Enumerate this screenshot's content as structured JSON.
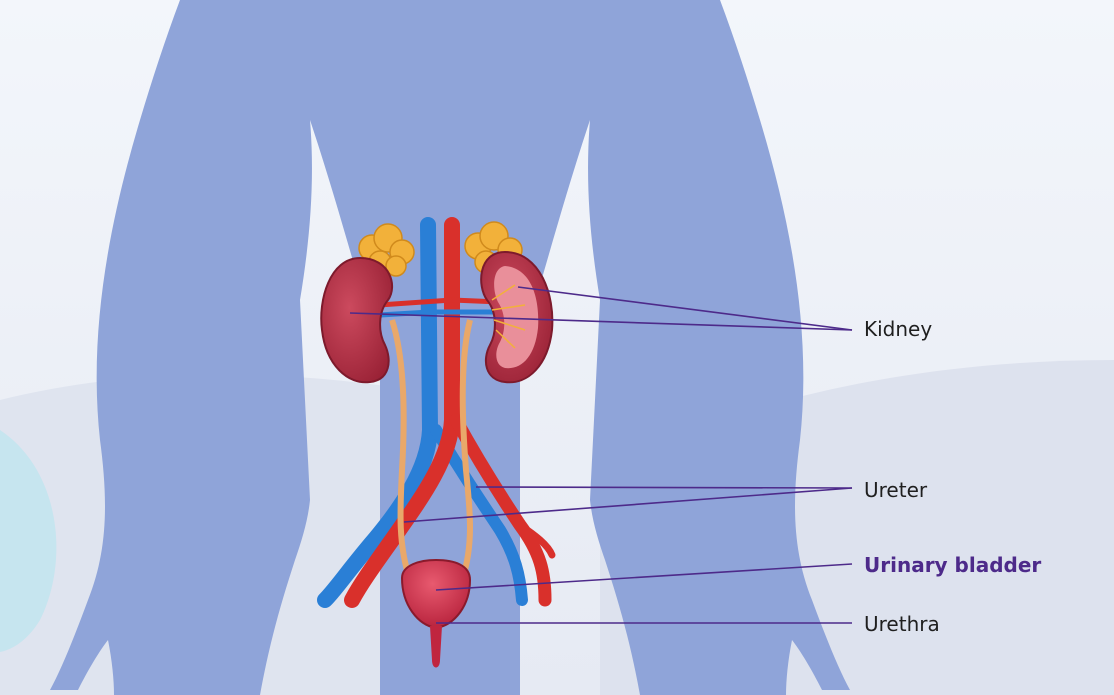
{
  "labels": {
    "kidney": "Kidney",
    "ureter": "Ureter",
    "urinary_bladder": "Urinary bladder",
    "urethra": "Urethra"
  },
  "colors": {
    "background": "#e9edf5",
    "body_silhouette": "#8fa4d9",
    "leader_line": "#4d2a8a",
    "highlight_text": "#4d2a8a",
    "artery": "#d9302b",
    "vein": "#2a7fd6",
    "kidney": "#b8324a",
    "adrenal": "#f2b13a",
    "ureter": "#e9a86a",
    "bladder": "#cf2c48"
  }
}
